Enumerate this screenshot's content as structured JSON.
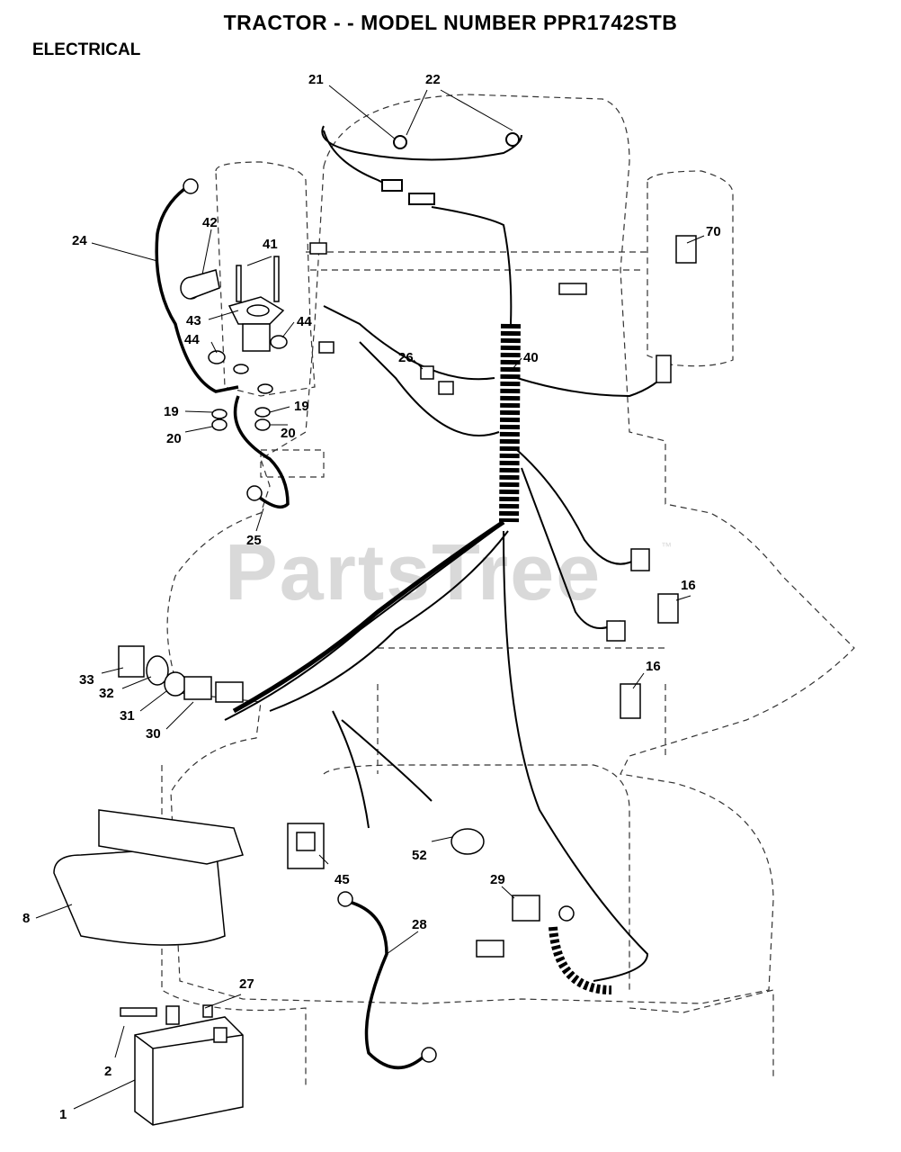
{
  "header": {
    "title": "TRACTOR - - MODEL NUMBER PPR1742STB",
    "section": "ELECTRICAL"
  },
  "watermark": {
    "text": "PartsTree",
    "tm": "™"
  },
  "callouts": [
    "21",
    "22",
    "24",
    "42",
    "41",
    "70",
    "43",
    "44",
    "44",
    "26",
    "40",
    "19",
    "19",
    "20",
    "20",
    "25",
    "16",
    "16",
    "33",
    "32",
    "31",
    "30",
    "45",
    "52",
    "29",
    "8",
    "28",
    "27",
    "2",
    "1"
  ],
  "colors": {
    "line": "#000000",
    "dashed_outline": "#333333",
    "watermark": "#d9d9d9",
    "background": "#ffffff"
  }
}
